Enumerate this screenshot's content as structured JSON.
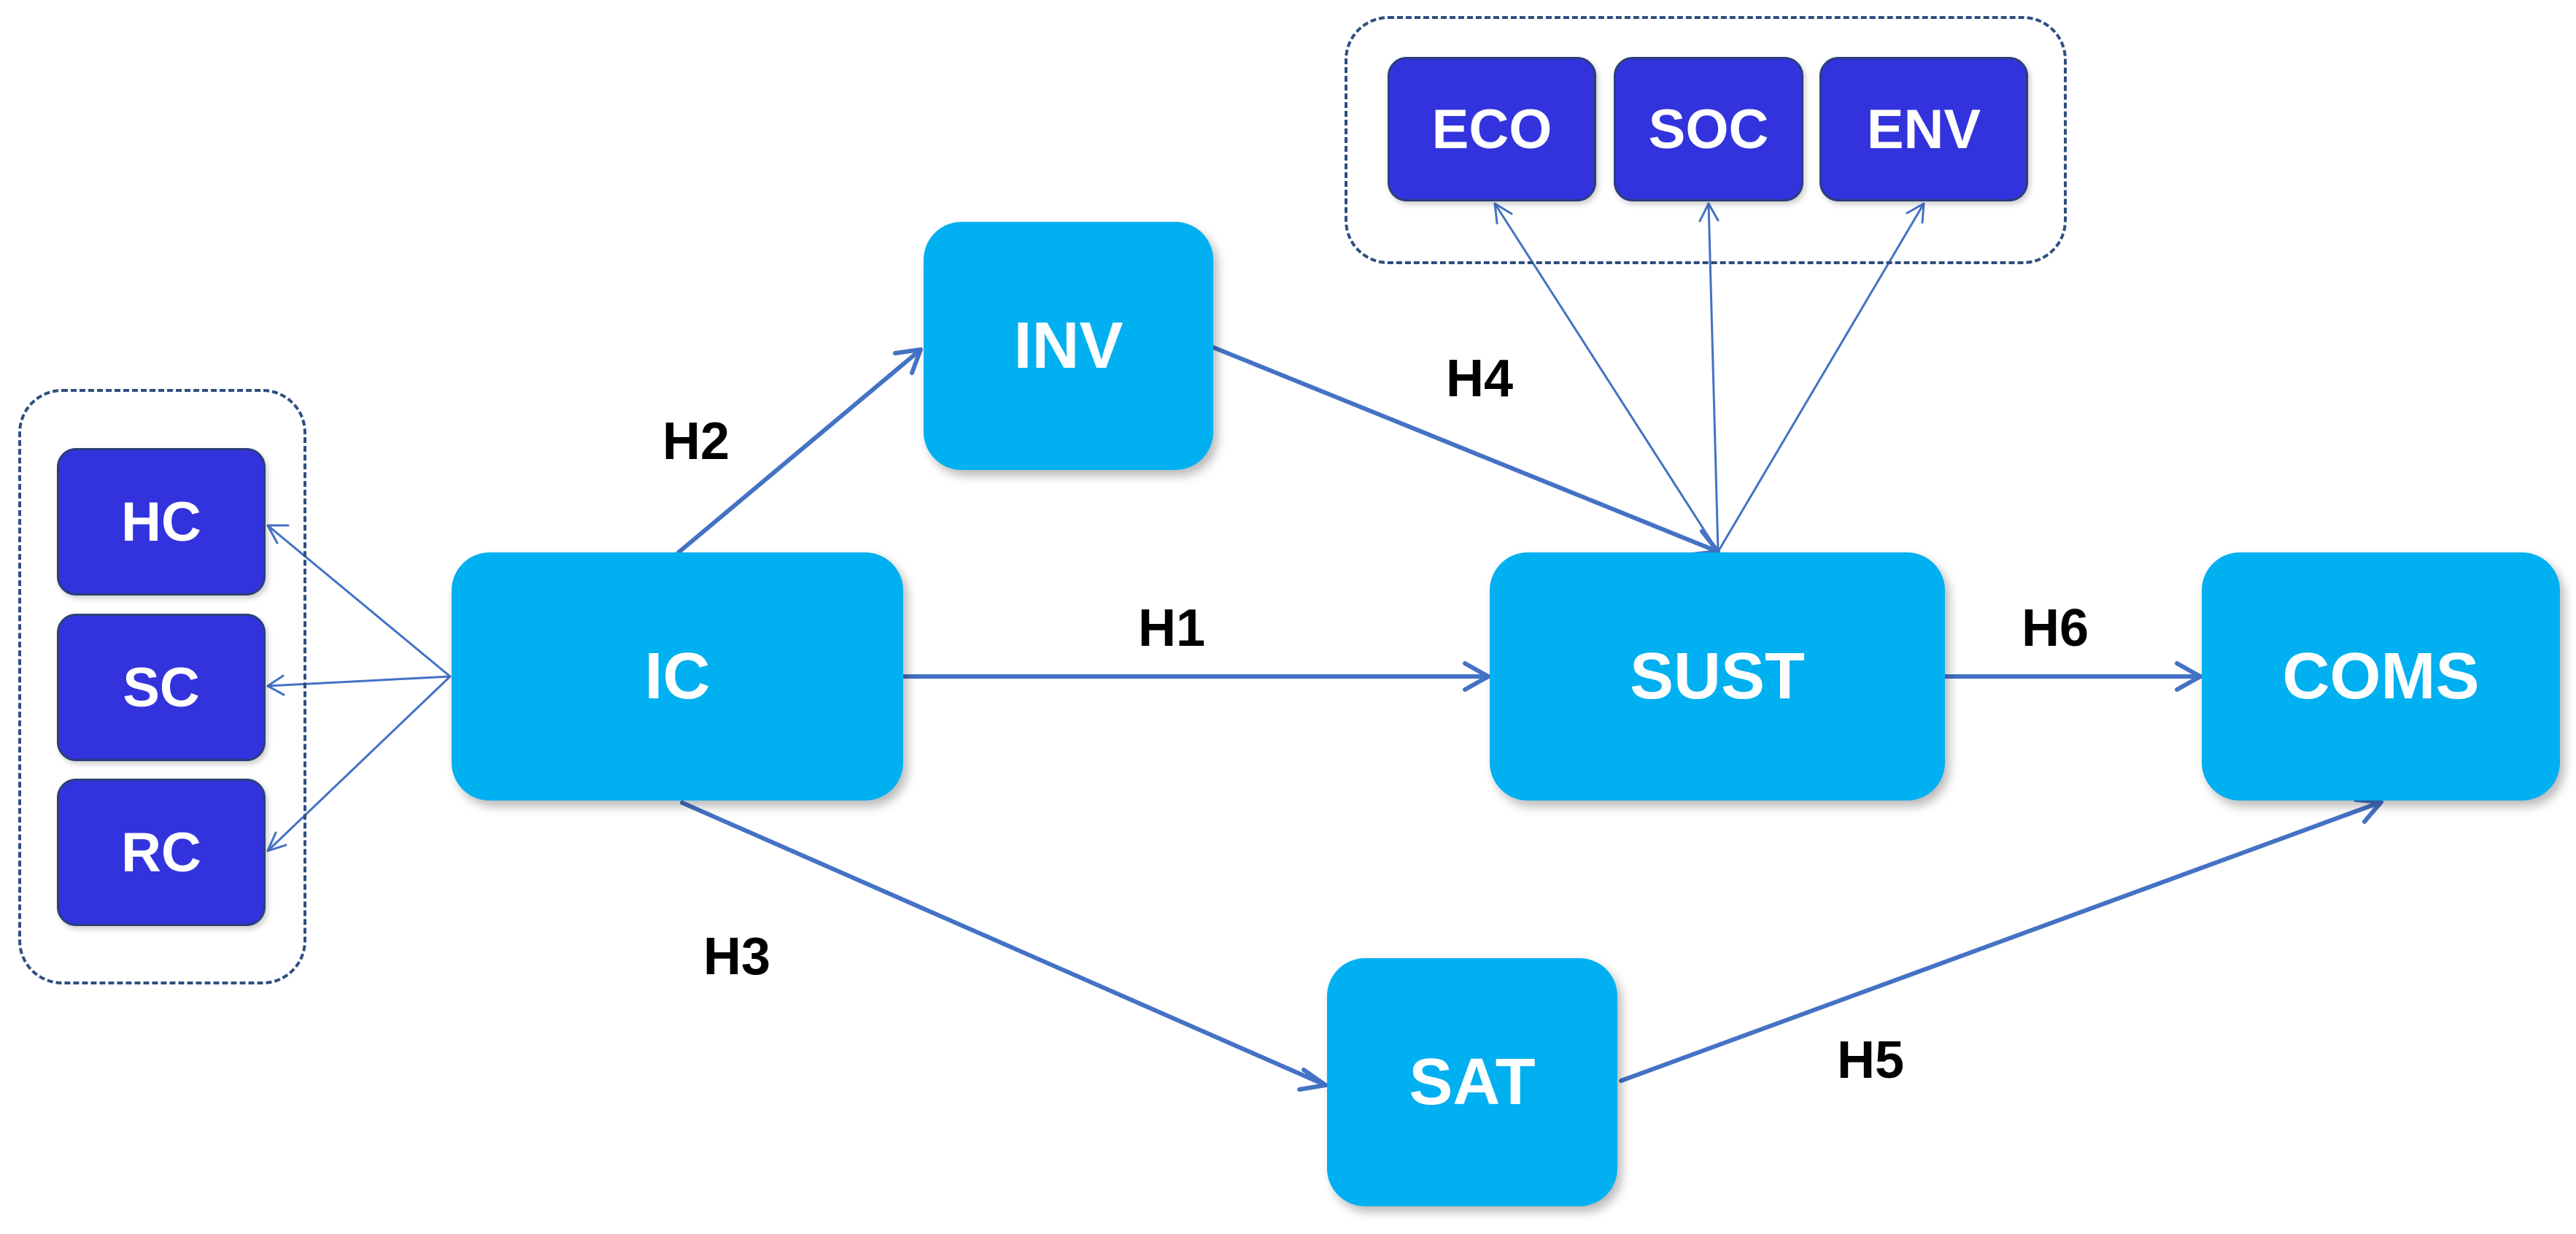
{
  "nodes": {
    "ic": "IC",
    "inv": "INV",
    "sust": "SUST",
    "coms": "COMS",
    "sat": "SAT",
    "hc": "HC",
    "sc": "SC",
    "rc": "RC",
    "eco": "ECO",
    "soc": "SOC",
    "env": "ENV"
  },
  "hypotheses": {
    "h1": "H1",
    "h2": "H2",
    "h3": "H3",
    "h4": "H4",
    "h5": "H5",
    "h6": "H6"
  },
  "colors": {
    "construct_fill": "#00b0f0",
    "dimension_fill": "#3333dd",
    "arrow": "#4472c4",
    "group_border": "#2f4f7f"
  }
}
